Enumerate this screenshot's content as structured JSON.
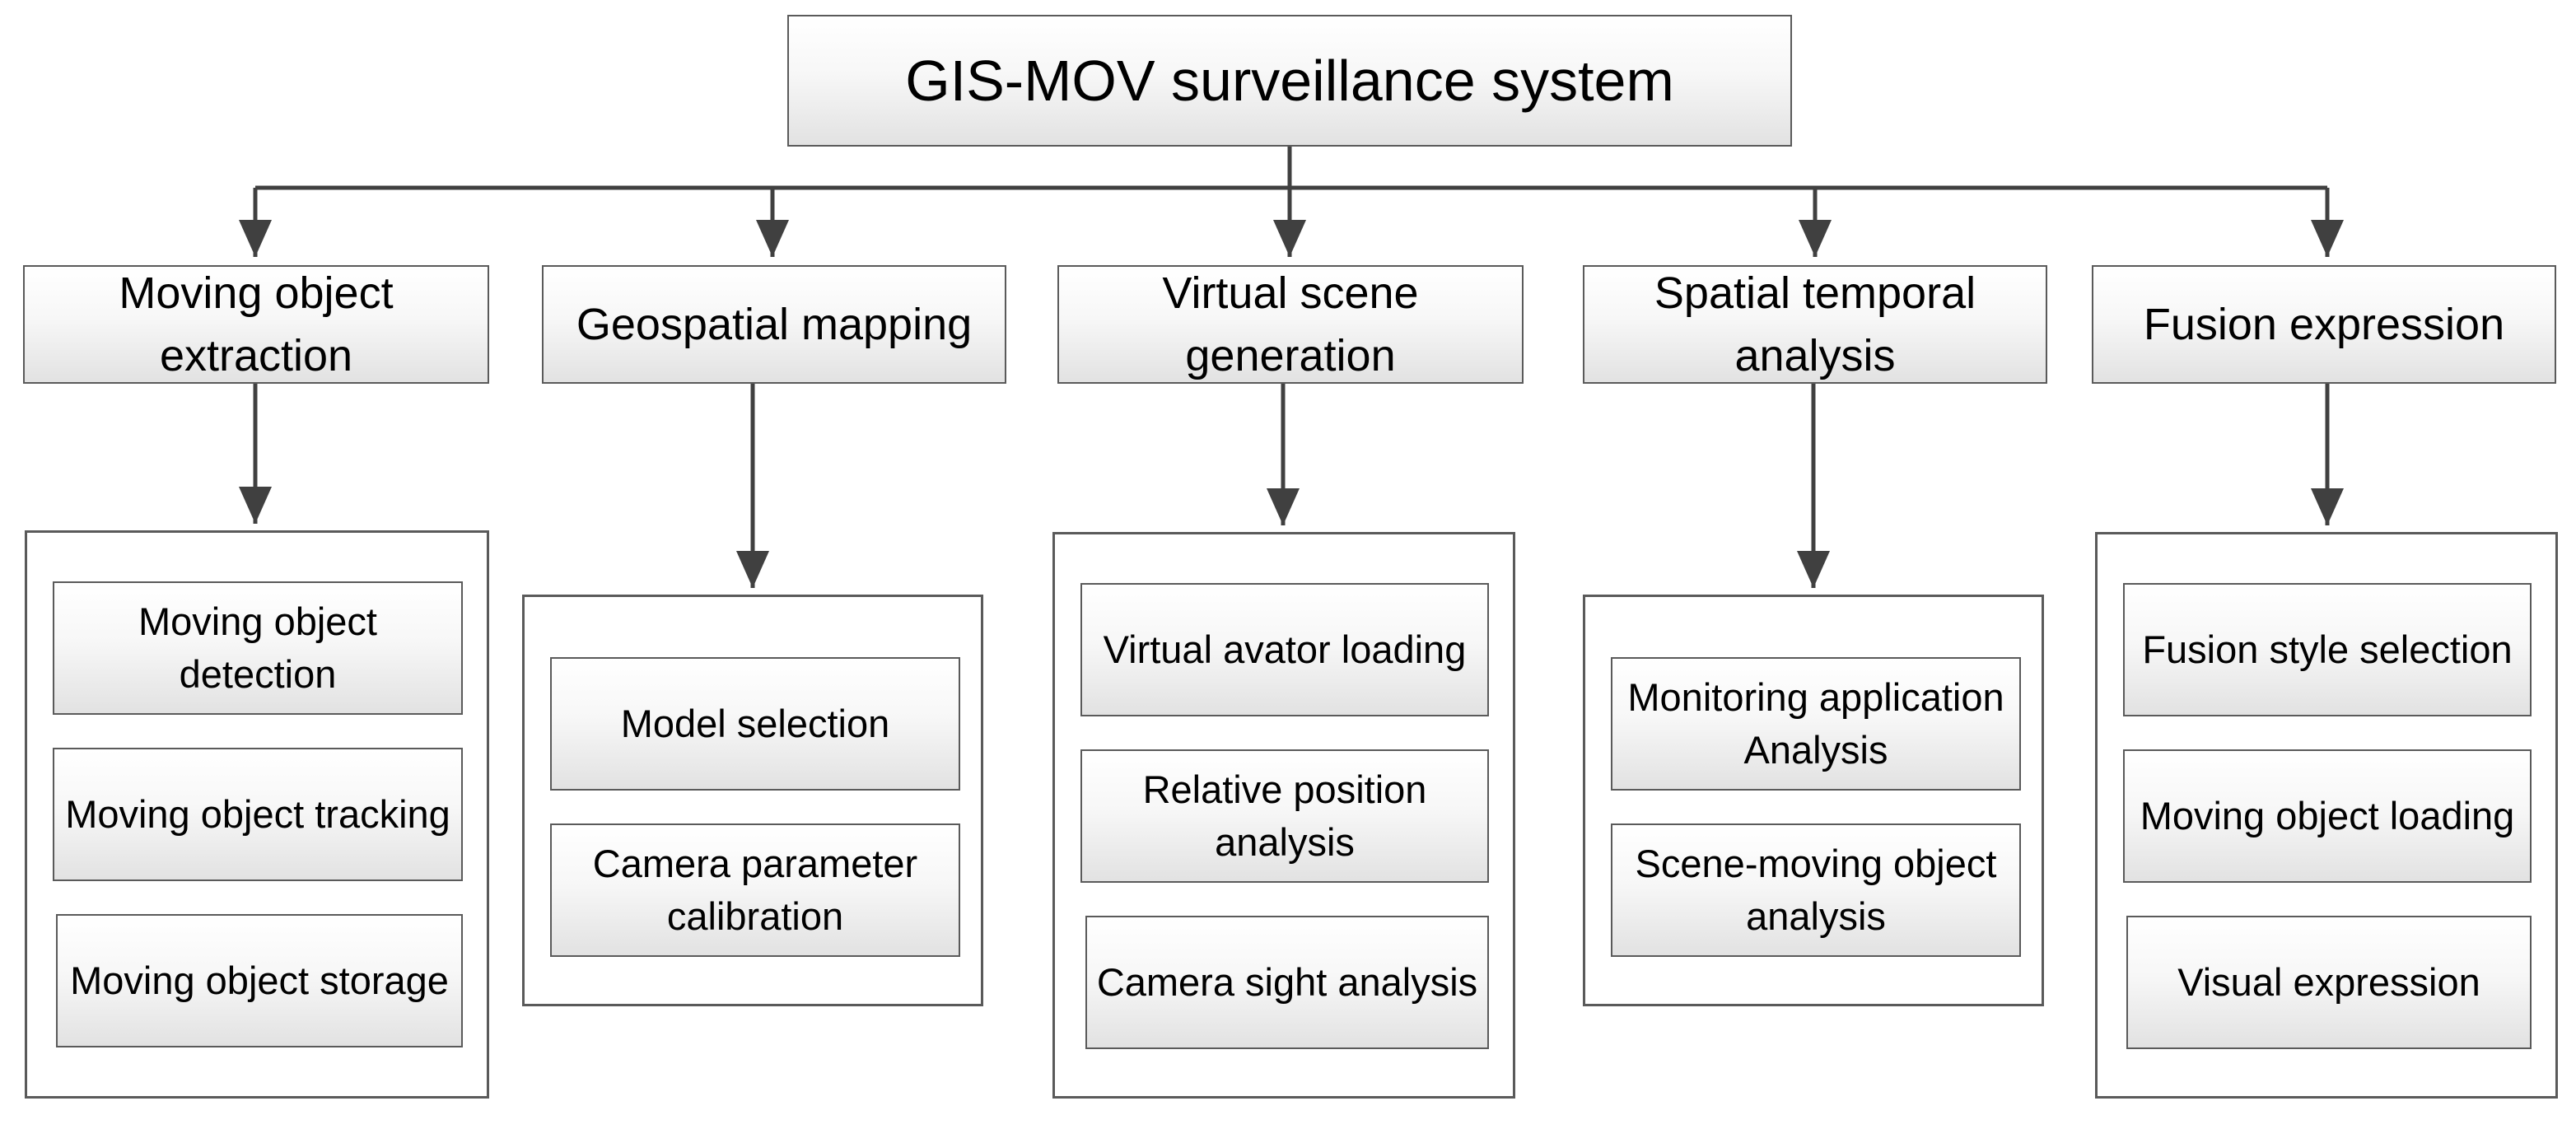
{
  "root": {
    "label": "GIS-MOV surveillance system"
  },
  "modules": [
    {
      "label": "Moving object extraction",
      "functions": [
        "Moving object detection",
        "Moving object tracking",
        "Moving object storage"
      ]
    },
    {
      "label": "Geospatial mapping",
      "functions": [
        "Model selection",
        "Camera parameter calibration"
      ]
    },
    {
      "label": "Virtual scene generation",
      "functions": [
        "Virtual avator loading",
        "Relative position analysis",
        "Camera sight analysis"
      ]
    },
    {
      "label": "Spatial temporal analysis",
      "functions": [
        "Monitoring application Analysis",
        "Scene-moving object analysis"
      ]
    },
    {
      "label": "Fusion expression",
      "functions": [
        "Fusion style selection",
        "Moving object loading",
        "Visual expression"
      ]
    }
  ],
  "colors": {
    "line": "#404040",
    "box_border": "#5a5a5a",
    "box_fill_top": "#ffffff",
    "box_fill_bottom": "#e2e2e2"
  }
}
